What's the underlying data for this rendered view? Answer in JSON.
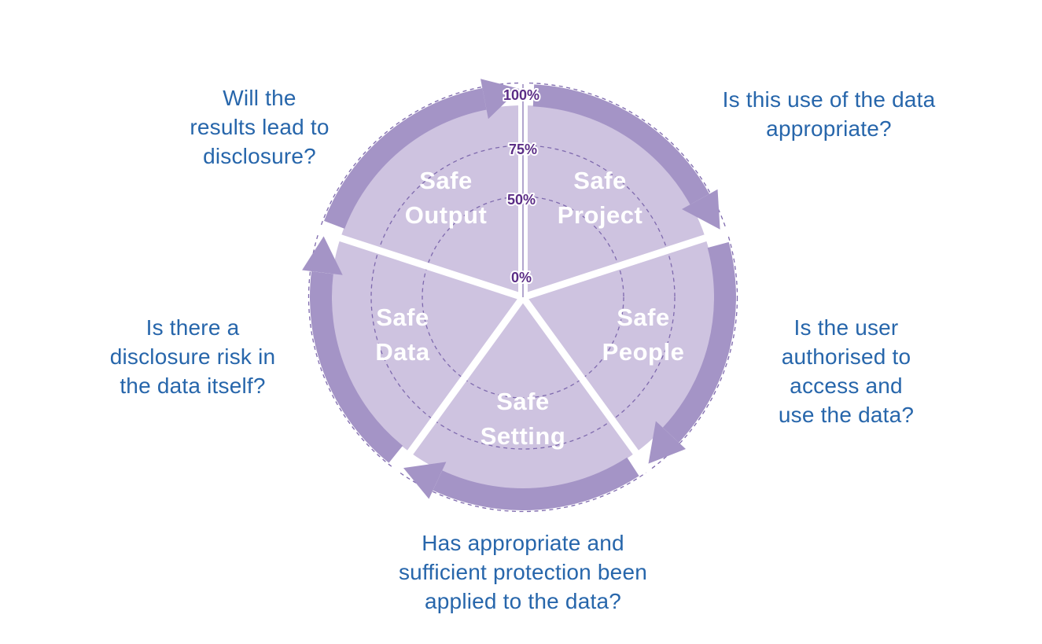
{
  "title": "Five Safes framework",
  "wheel": {
    "axis": {
      "p100": "100%",
      "p75": "75%",
      "p50": "50%",
      "p0": "0%"
    },
    "segments": [
      {
        "id": "safe-project",
        "line1": "Safe",
        "line2": "Project",
        "question": "Is this use of the data\nappropriate?"
      },
      {
        "id": "safe-people",
        "line1": "Safe",
        "line2": "People",
        "question": "Is the user\nauthorised to\naccess and\nuse the data?"
      },
      {
        "id": "safe-setting",
        "line1": "Safe",
        "line2": "Setting",
        "question": "Has appropriate and\nsufficient protection been\napplied to the data?"
      },
      {
        "id": "safe-data",
        "line1": "Safe",
        "line2": "Data",
        "question": "Is there a\ndisclosure risk in\nthe data itself?"
      },
      {
        "id": "safe-output",
        "line1": "Safe",
        "line2": "Output",
        "question": "Will the\nresults lead to\ndisclosure?"
      }
    ],
    "colors": {
      "segment_fill": "#cec3e0",
      "ring": "#a494c6",
      "dashed": "#7f6aae",
      "axis_text": "#5b2d86",
      "segment_text": "#ffffff",
      "question_text": "#2766ab"
    }
  }
}
